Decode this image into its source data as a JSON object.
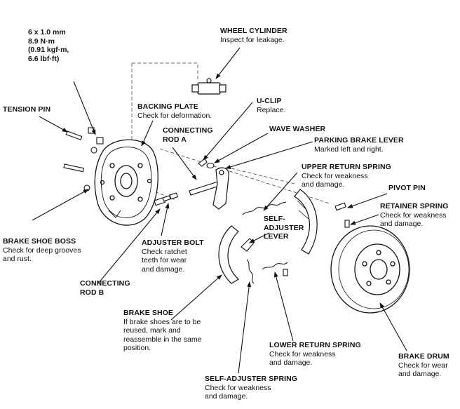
{
  "callouts": {
    "torque": {
      "lines": [
        "6 x 1.0 mm",
        "8.9 N·m",
        "(0.91 kgf·m,",
        "6.6 lbf·ft)"
      ]
    },
    "wheel_cylinder": {
      "title": "WHEEL CYLINDER",
      "desc": [
        "Inspect for leakage."
      ]
    },
    "tension_pin": {
      "title": "TENSION PIN",
      "desc": []
    },
    "backing_plate": {
      "title": "BACKING PLATE",
      "desc": [
        "Check for deformation."
      ]
    },
    "u_clip": {
      "title": "U-CLIP",
      "desc": [
        "Replace."
      ]
    },
    "wave_washer": {
      "title": "WAVE WASHER",
      "desc": []
    },
    "connecting_rod_a": {
      "title": "CONNECTING",
      "title2": "ROD A",
      "desc": []
    },
    "parking_brake_lever": {
      "title": "PARKING BRAKE LEVER",
      "desc": [
        "Marked left and right."
      ]
    },
    "upper_return_spring": {
      "title": "UPPER RETURN SPRING",
      "desc": [
        "Check for weakness",
        "and damage."
      ]
    },
    "pivot_pin": {
      "title": "PIVOT PIN",
      "desc": []
    },
    "retainer_spring": {
      "title": "RETAINER SPRING",
      "desc": [
        "Check for weakness",
        "and damage."
      ]
    },
    "self_adjuster_lever": {
      "title": "SELF-",
      "title2": "ADJUSTER",
      "title3": "LEVER",
      "desc": []
    },
    "brake_shoe_boss": {
      "title": "BRAKE SHOE BOSS",
      "desc": [
        "Check for deep grooves",
        "and rust."
      ]
    },
    "adjuster_bolt": {
      "title": "ADJUSTER BOLT",
      "desc": [
        "Check ratchet",
        "teeth for wear",
        "and damage."
      ]
    },
    "connecting_rod_b": {
      "title": "CONNECTING",
      "title2": "ROD B",
      "desc": []
    },
    "brake_shoe": {
      "title": "BRAKE SHOE",
      "desc": [
        "If brake shoes are to be",
        "reused, mark and",
        "reassemble in the same",
        "position."
      ]
    },
    "lower_return_spring": {
      "title": "LOWER RETURN SPRING",
      "desc": [
        "Check for weakness",
        "and damage."
      ]
    },
    "brake_drum": {
      "title": "BRAKE DRUM",
      "desc": [
        "Check for wear",
        "and damage."
      ]
    },
    "self_adjuster_spring": {
      "title": "SELF-ADJUSTER SPRING",
      "desc": [
        "Check for weakness",
        "and damage."
      ]
    }
  },
  "colors": {
    "ink": "#111111",
    "background": "#ffffff"
  }
}
